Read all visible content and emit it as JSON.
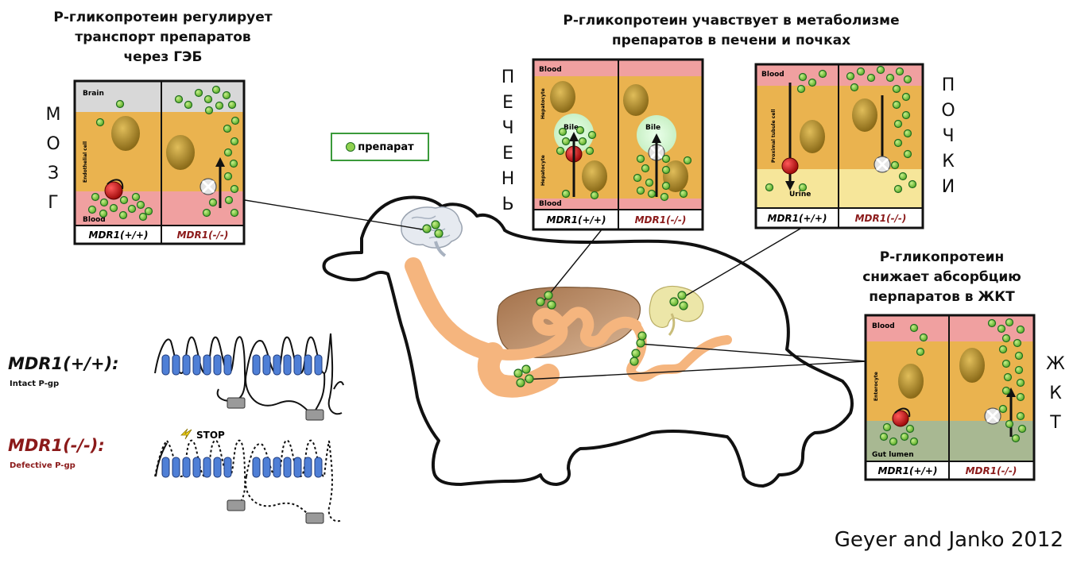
{
  "headings": {
    "brain": [
      "Р-гликопротеин регулирует",
      "транспорт препаратов",
      "через ГЭБ"
    ],
    "liver_kidney": [
      "Р-гликопротеин учавствует в метаболизме",
      "препаратов в печени и почках"
    ],
    "gut": [
      "Р-гликопротеин",
      "снижает абсорбцию",
      "перпаратов в ЖКТ"
    ]
  },
  "side_labels": {
    "brain": [
      "М",
      "О",
      "З",
      "Г"
    ],
    "liver": [
      "П",
      "Е",
      "Ч",
      "Е",
      "Н",
      "Ь"
    ],
    "kidney": [
      "П",
      "О",
      "Ч",
      "К",
      "И"
    ],
    "gut": [
      "Ж",
      "К",
      "Т"
    ]
  },
  "legend": {
    "label": "препарат",
    "icon": "drug-dot-icon"
  },
  "panels": {
    "brain": {
      "top_label": "Brain",
      "bottom_label": "Blood",
      "cell_label": "Endothelial cell",
      "wt": "MDR1(+/+)",
      "ko": "MDR1(-/-)"
    },
    "liver": {
      "top_label": "Blood",
      "bottom_label": "Blood",
      "cell_label_1": "Hepatocyte",
      "cell_label_2": "Hepatocyte",
      "bile_1": "Bile",
      "bile_2": "Bile",
      "wt": "MDR1(+/+)",
      "ko": "MDR1(-/-)"
    },
    "kidney": {
      "top_label": "Blood",
      "bottom_label": "Urine",
      "cell_label": "Proximal tubule cell",
      "wt": "MDR1(+/+)",
      "ko": "MDR1(-/-)"
    },
    "gut": {
      "top_label": "Blood",
      "bottom_label": "Gut lumen",
      "cell_label": "Enterocyte",
      "wt": "MDR1(+/+)",
      "ko": "MDR1(-/-)"
    }
  },
  "genotypes": {
    "intact": {
      "label": "MDR1(+/+):",
      "sub": "Intact P-gp"
    },
    "defective": {
      "label": "MDR1(-/-):",
      "sub": "Defective P-gp",
      "stop": "STOP"
    }
  },
  "citation": "Geyer and Janko 2012",
  "colors": {
    "blood": "#f0a0a0",
    "cell": "#eab34f",
    "nucleus": "#c9a13a",
    "drug": "#8fd14f",
    "drug_edge": "#1f6e1f",
    "pgp": "#d42020",
    "ko_label": "#8b1a1a",
    "intestine": "#f5b57e",
    "helix": "#4f7fd6"
  }
}
